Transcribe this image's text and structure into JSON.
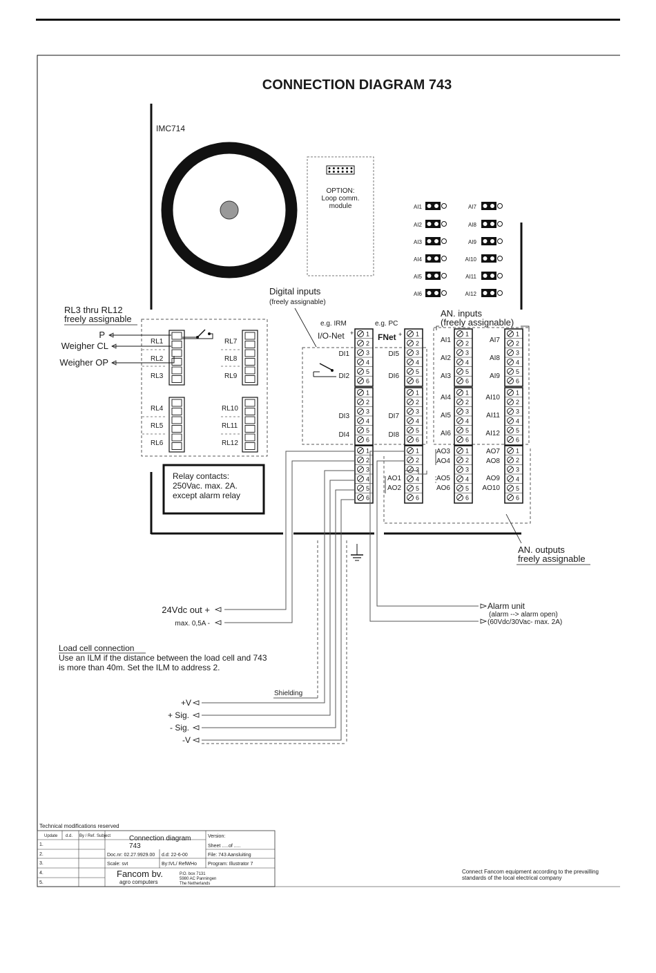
{
  "title": "CONNECTION DIAGRAM 743",
  "controller_label": "IMC714",
  "option_module": [
    "OPTION:",
    "Loop comm.",
    "module"
  ],
  "ai_leds_left": [
    "AI1",
    "AI2",
    "AI3",
    "AI4",
    "AI5",
    "AI6"
  ],
  "ai_leds_right": [
    "AI7",
    "AI8",
    "AI9",
    "AI10",
    "AI11",
    "AI12"
  ],
  "relays": {
    "heading_1": "RL3 thru RL12",
    "heading_2": "freely assignable",
    "left_upper": [
      "RL1",
      "RL2",
      "RL3"
    ],
    "right_upper": [
      "RL7",
      "RL8",
      "RL9"
    ],
    "left_lower": [
      "RL4",
      "RL5",
      "RL6"
    ],
    "right_lower": [
      "RL10",
      "RL11",
      "RL12"
    ],
    "signals": [
      "P",
      "Weigher CL",
      "Weigher OP"
    ]
  },
  "relay_note": [
    "Relay contacts:",
    "250Vac. max. 2A.",
    "except alarm relay"
  ],
  "digital_inputs": {
    "heading": "Digital inputs",
    "subheading": "(freely assignable)",
    "irm_note": "e.g. IRM",
    "pc_note": "e.g. PC",
    "io_net": "I/O-Net",
    "fnet": "FNet",
    "plus": "+",
    "left_upper": [
      "DI1",
      "DI2"
    ],
    "right_upper": [
      "DI5",
      "DI6"
    ],
    "left_lower": [
      "DI3",
      "DI4"
    ],
    "right_lower": [
      "DI7",
      "DI8"
    ]
  },
  "analog_inputs": {
    "heading": "AN. inputs",
    "subheading": "(freely assignable)",
    "col1_upper": [
      "AI1",
      "AI2",
      "AI3"
    ],
    "col2_upper": [
      "AI7",
      "AI8",
      "AI9"
    ],
    "col1_lower": [
      "AI4",
      "AI5",
      "AI6"
    ],
    "col2_lower": [
      "AI10",
      "AI11",
      "AI12"
    ]
  },
  "analog_outputs": {
    "col_b": [
      "AO1",
      "AO2"
    ],
    "col_c": [
      "AO3",
      "AO4",
      "AO5",
      "AO6"
    ],
    "col_d": [
      "AO7",
      "AO8",
      "AO9",
      "AO10"
    ],
    "note_1": "AN. outputs",
    "note_2": "freely assignable"
  },
  "terminal_numbers": [
    "1",
    "2",
    "3",
    "4",
    "5",
    "6"
  ],
  "power": {
    "line_1": "24Vdc out +",
    "line_2": "max. 0,5A -"
  },
  "alarm": {
    "line_1": "Alarm unit",
    "line_2": "(alarm --> alarm open)",
    "line_3": "(60Vdc/30Vac- max. 2A)"
  },
  "load_cell": {
    "heading": "Load cell connection",
    "text_1": "Use an ILM if the distance between the load cell and 743",
    "text_2": "is more than 40m. Set the ILM to address 2.",
    "shielding": "Shielding",
    "wires": [
      "+V",
      "+ Sig.",
      "- Sig.",
      "-V"
    ]
  },
  "title_block": {
    "notice": "Technical modifications reserved",
    "col_update": "Update",
    "col_dd": "d.d.",
    "col_by": "By / Ref.",
    "col_subject": "Subject",
    "rows": [
      "1.",
      "2.",
      "3.",
      "4.",
      "5."
    ],
    "name_1": "Connection diagram",
    "name_2": "743",
    "version": "Version:",
    "sheet": "Sheet .....of .....",
    "doc_nr": "Doc.nr: 02.27.9929.00",
    "date": "d.d: 22-6-00",
    "file": "File: 743 Aansluiting",
    "scale": "Scale: svt",
    "by": "By:IVL/ RefWHo",
    "program": "Program: Illustrator 7",
    "company": "Fancom bv.",
    "company_sub": "agro computers",
    "address_1": "P.O. box 7131",
    "address_2": "5980 AC Panningen",
    "address_3": "The Netherlands",
    "connect_1": "Connect Fancom equipment according to the prevailling",
    "connect_2": "standards of the local electrical company"
  },
  "colors": {
    "ink": "#111111",
    "paper": "#ffffff",
    "grey": "#888888"
  }
}
